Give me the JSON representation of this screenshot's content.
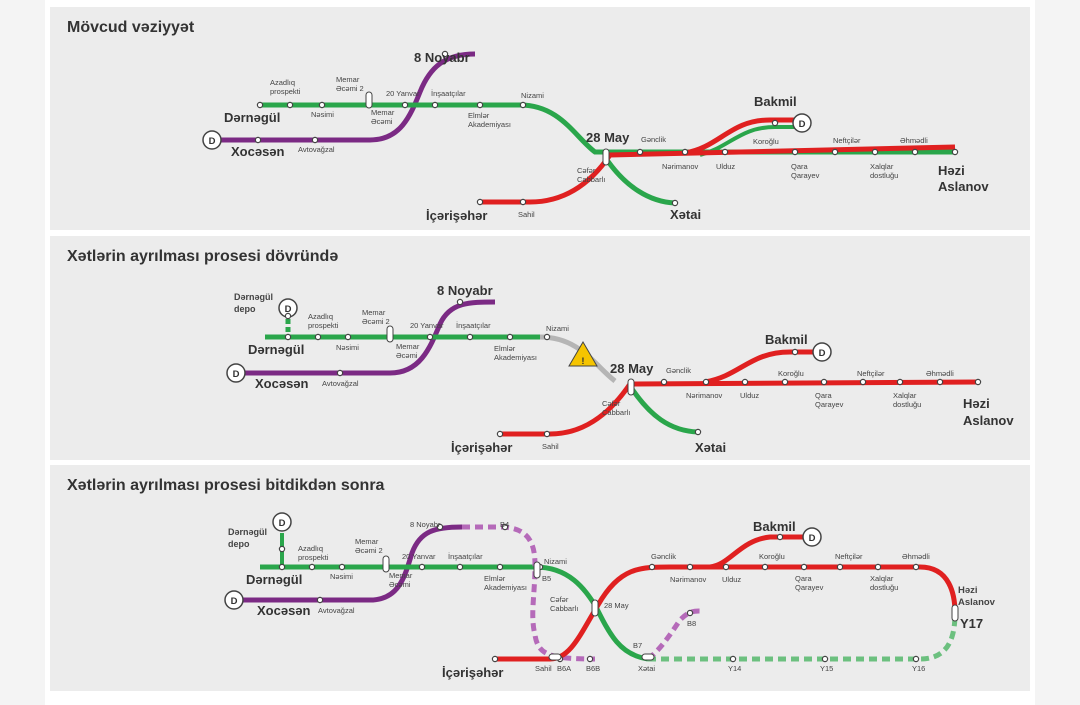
{
  "colors": {
    "green": "#2aa64b",
    "purple": "#7b2a84",
    "red": "#e02020",
    "grey": "#b5b5b5",
    "warning": "#f5c400",
    "dashed_purple": "#b56ab9",
    "dashed_green": "#6cc07f"
  },
  "panel1": {
    "title": "Mövcud vəziyyət",
    "stations": {
      "dernegul": "Dərnəgül",
      "azadliq": "Azadlıq\nprospekti",
      "nesimi": "Nəsimi",
      "memar2": "Memar\nƏcəmi 2",
      "memar": "Memar\nƏcəmi",
      "yanvar20": "20 Yanvar",
      "insaatcilar": "İnşaatçılar",
      "elmler": "Elmlər\nAkademiyası",
      "nizami": "Nizami",
      "noyabr8": "8 Noyabr",
      "xocesen": "Xocəsən",
      "avtovagzal": "Avtovağzal",
      "may28": "28 May",
      "cefer": "Cəfər\nCabbarlı",
      "sahil": "Sahil",
      "icerisheher": "İçərişəhər",
      "xetai": "Xətai",
      "genclik": "Gənclik",
      "nerimanov": "Nərimanov",
      "bakmil": "Bakmil",
      "ulduz": "Ulduz",
      "koroglu": "Koroğlu",
      "qara": "Qara\nQarayev",
      "neftciler": "Neftçilər",
      "xalqlar": "Xalqlar\ndostluğu",
      "ehmedli": "Əhmədli",
      "hezi": "Həzi\nAslanov",
      "depot": "D"
    }
  },
  "panel2": {
    "title": "Xətlərin ayrılması prosesi dövründə",
    "stations": {
      "depo": "Dərnəgül\ndepo",
      "dernegul": "Dərnəgül",
      "azadliq": "Azadlıq\nprospekti",
      "nesimi": "Nəsimi",
      "memar2": "Memar\nƏcəmi 2",
      "memar": "Memar\nƏcəmi",
      "yanvar20": "20 Yanvar",
      "insaatcilar": "İnşaatçılar",
      "elmler": "Elmlər\nAkademiyası",
      "nizami": "Nizami",
      "noyabr8": "8 Noyabr",
      "xocesen": "Xocəsən",
      "avtovagzal": "Avtovağzal",
      "may28": "28 May",
      "cefer": "Cəfər\nCabbarlı",
      "sahil": "Sahil",
      "icerisheher": "İçərişəhər",
      "xetai": "Xətai",
      "genclik": "Gənclik",
      "nerimanov": "Nərimanov",
      "bakmil": "Bakmil",
      "ulduz": "Ulduz",
      "koroglu": "Koroğlu",
      "qara": "Qara\nQarayev",
      "neftciler": "Neftçilər",
      "xalqlar": "Xalqlar\ndostluğu",
      "ehmedli": "Əhmədli",
      "hezi": "Həzi\nAslanov",
      "depot": "D",
      "warning": "!"
    }
  },
  "panel3": {
    "title": "Xətlərin ayrılması prosesi bitdikdən sonra",
    "stations": {
      "depo": "Dərnəgül\ndepo",
      "dernegul": "Dərnəgül",
      "azadliq": "Azadlıq\nprospekti",
      "nesimi": "Nəsimi",
      "memar2": "Memar\nƏcəmi 2",
      "memar": "Memar\nƏcəmi",
      "yanvar20": "20 Yanvar",
      "insaatcilar": "İnşaatçılar",
      "elmler": "Elmlər\nAkademiyası",
      "nizami": "Nizami",
      "noyabr8": "8 Noyabr",
      "b4": "B4",
      "b5": "B5",
      "xocesen": "Xocəsən",
      "avtovagzal": "Avtovağzal",
      "may28": "28 May",
      "cefer": "Cəfər\nCabbarlı",
      "sahil": "Sahil",
      "b6a": "B6A",
      "b6b": "B6B",
      "b7": "B7",
      "b8": "B8",
      "icerisheher": "İçərişəhər",
      "xetai": "Xətai",
      "y14": "Y14",
      "y15": "Y15",
      "y16": "Y16",
      "y17": "Y17",
      "genclik": "Gənclik",
      "nerimanov": "Nərimanov",
      "bakmil": "Bakmil",
      "ulduz": "Ulduz",
      "koroglu": "Koroğlu",
      "qara": "Qara\nQarayev",
      "neftciler": "Neftçilər",
      "xalqlar": "Xalqlar\ndostluğu",
      "ehmedli": "Əhmədli",
      "hezi": "Həzi\nAslanov",
      "depot": "D"
    }
  }
}
